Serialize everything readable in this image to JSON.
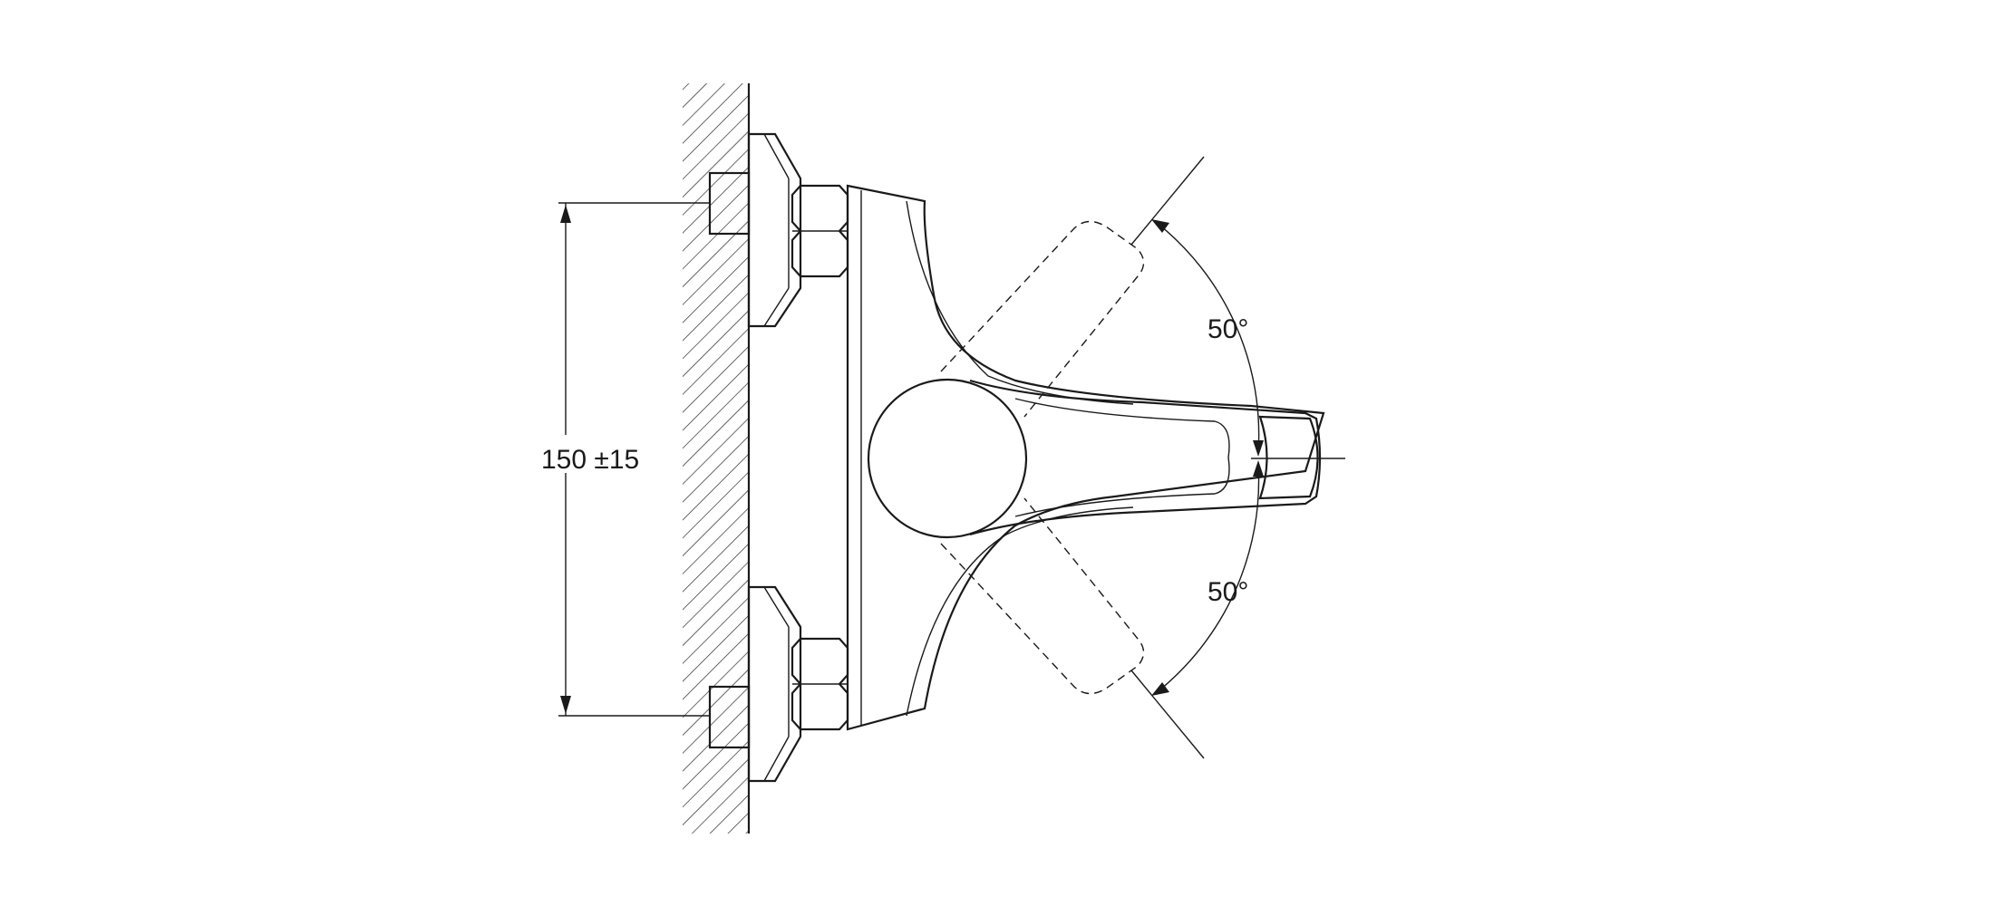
{
  "diagram": {
    "dimension_label": "150 ±15",
    "angle_upper_label": "50°",
    "angle_lower_label": "50°",
    "line_color": "#1a1a1a",
    "background": "#ffffff"
  }
}
